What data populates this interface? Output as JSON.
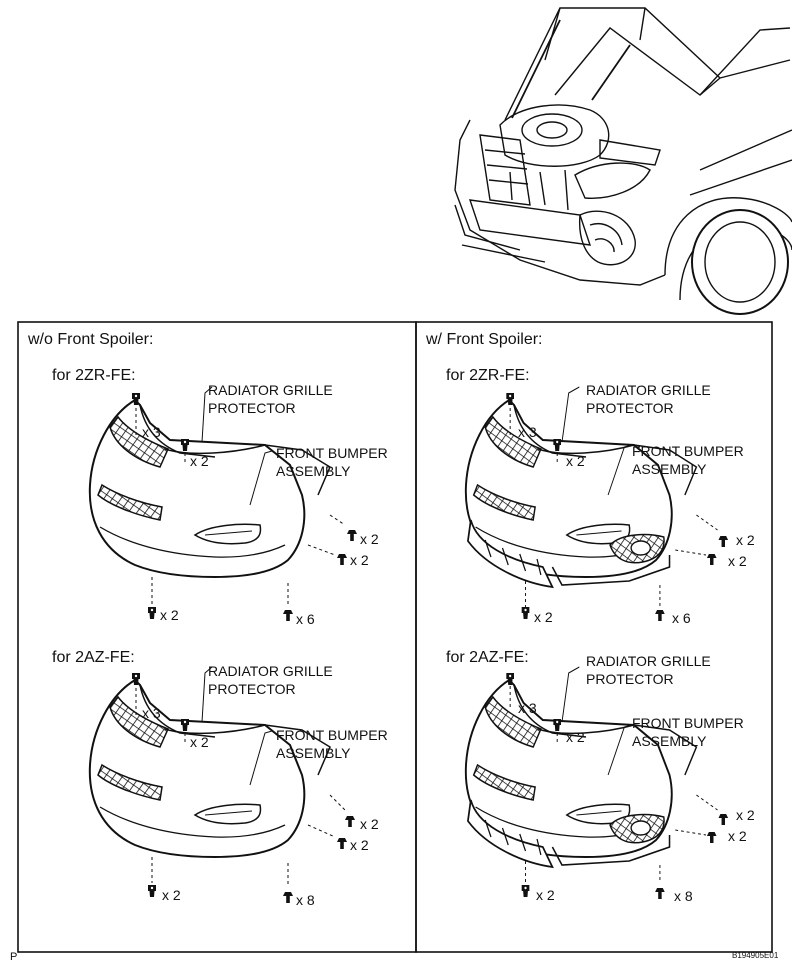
{
  "panels": [
    {
      "title": "w/o Front Spoiler:",
      "variants": [
        {
          "engine": "for 2ZR-FE:",
          "qty": [
            "x 3",
            "x 2",
            "x 2",
            "x 2",
            "x 2",
            "x 6"
          ]
        },
        {
          "engine": "for 2AZ-FE:",
          "qty": [
            "x 3",
            "x 2",
            "x 2",
            "x 2",
            "x 2",
            "x 8"
          ]
        }
      ]
    },
    {
      "title": "w/ Front Spoiler:",
      "variants": [
        {
          "engine": "for 2ZR-FE:",
          "qty": [
            "x 3",
            "x 2",
            "x 2",
            "x 2",
            "x 2",
            "x 6"
          ]
        },
        {
          "engine": "for 2AZ-FE:",
          "qty": [
            "x 3",
            "x 2",
            "x 2",
            "x 2",
            "x 2",
            "x 8"
          ]
        }
      ]
    }
  ],
  "labels": {
    "grille_line1": "RADIATOR GRILLE",
    "grille_line2": "PROTECTOR",
    "bumper_line1": "FRONT BUMPER",
    "bumper_line2": "ASSEMBLY"
  },
  "footer": {
    "left": "P",
    "code": "B194905E01"
  }
}
